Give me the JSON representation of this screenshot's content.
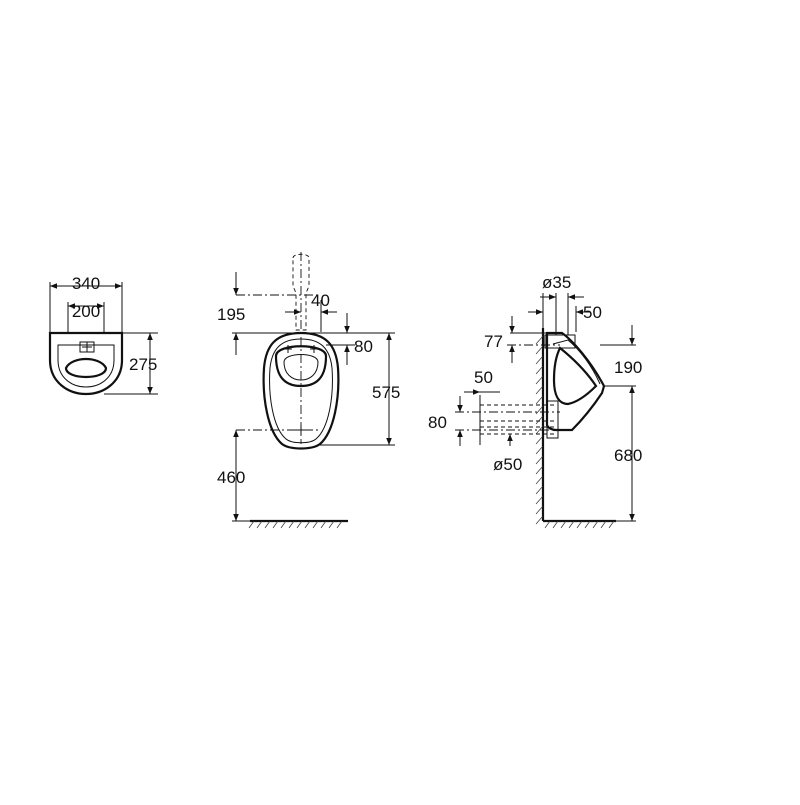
{
  "top_view": {
    "dim_width_overall": "340",
    "dim_width_fixing": "200",
    "dim_depth": "275"
  },
  "front_view": {
    "dim_inlet_height": "195",
    "dim_inlet_offset": "40",
    "dim_rim_offset": "80",
    "dim_body_height": "575",
    "dim_floor_to_outlet": "460"
  },
  "side_view": {
    "dim_inlet_diameter": "ø35",
    "dim_inlet_wall": "50",
    "dim_top_offset": "77",
    "dim_rim_drop": "190",
    "dim_outlet_wall": "50",
    "dim_outlet_height": "80",
    "dim_outlet_diameter": "ø50",
    "dim_floor_to_rim": "680"
  }
}
